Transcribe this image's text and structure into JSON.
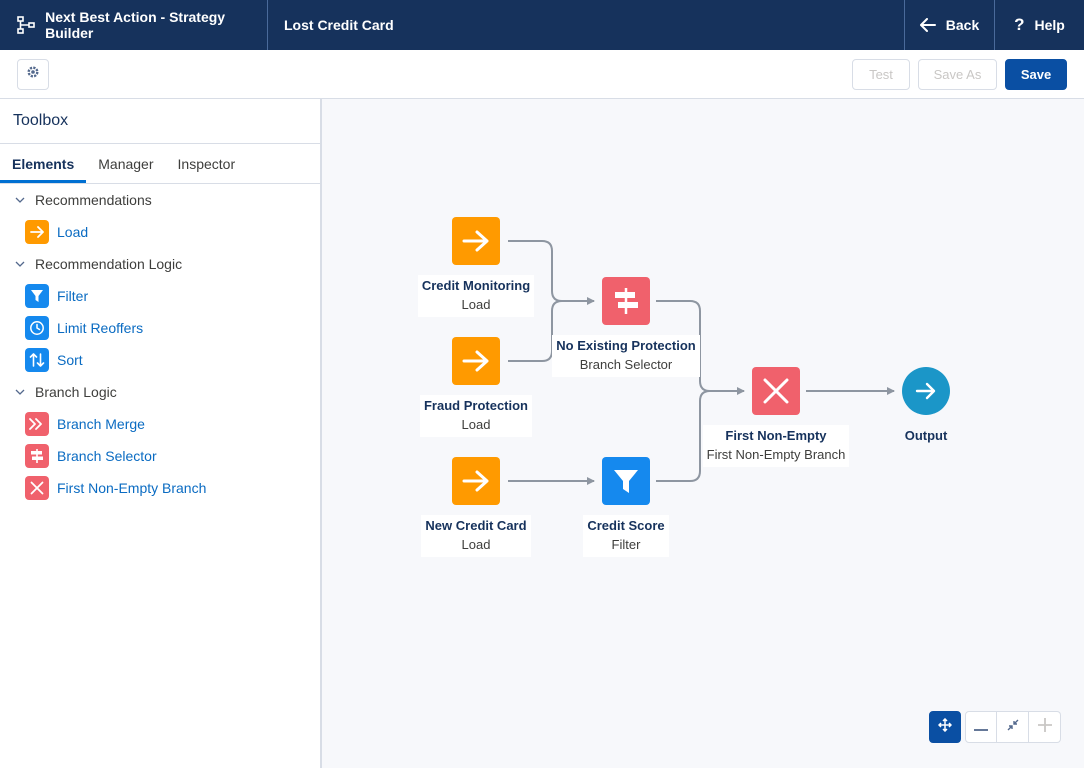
{
  "header": {
    "app_title": "Next Best Action - Strategy Builder",
    "doc_title": "Lost Credit Card",
    "back_label": "Back",
    "help_label": "Help"
  },
  "toolbar": {
    "test_label": "Test",
    "save_as_label": "Save As",
    "save_label": "Save"
  },
  "sidebar": {
    "title": "Toolbox",
    "tabs": [
      {
        "label": "Elements",
        "active": true
      },
      {
        "label": "Manager",
        "active": false
      },
      {
        "label": "Inspector",
        "active": false
      }
    ],
    "groups": [
      {
        "label": "Recommendations",
        "items": [
          {
            "label": "Load",
            "icon": "arrow-right-icon",
            "color": "#ff9a00"
          }
        ]
      },
      {
        "label": "Recommendation Logic",
        "items": [
          {
            "label": "Filter",
            "icon": "filter-icon",
            "color": "#1589ee"
          },
          {
            "label": "Limit Reoffers",
            "icon": "clock-icon",
            "color": "#1589ee"
          },
          {
            "label": "Sort",
            "icon": "sort-icon",
            "color": "#1589ee"
          }
        ]
      },
      {
        "label": "Branch Logic",
        "items": [
          {
            "label": "Branch Merge",
            "icon": "merge-icon",
            "color": "#f0616c"
          },
          {
            "label": "Branch Selector",
            "icon": "signpost-icon",
            "color": "#f0616c"
          },
          {
            "label": "First Non-Empty Branch",
            "icon": "x-icon",
            "color": "#f0616c"
          }
        ]
      }
    ]
  },
  "canvas": {
    "nodes": [
      {
        "name": "Credit Monitoring",
        "type": "Load",
        "icon": "arrow-right-icon",
        "color": "#ff9a00"
      },
      {
        "name": "Fraud Protection",
        "type": "Load",
        "icon": "arrow-right-icon",
        "color": "#ff9a00"
      },
      {
        "name": "New Credit Card",
        "type": "Load",
        "icon": "arrow-right-icon",
        "color": "#ff9a00"
      },
      {
        "name": "No Existing Protection",
        "type": "Branch Selector",
        "icon": "signpost-icon",
        "color": "#f0616c"
      },
      {
        "name": "Credit Score",
        "type": "Filter",
        "icon": "filter-icon",
        "color": "#1589ee"
      },
      {
        "name": "First Non-Empty",
        "type": "First Non-Empty Branch",
        "icon": "x-icon",
        "color": "#f0616c"
      },
      {
        "name": "Output",
        "type": "",
        "icon": "arrow-right-icon",
        "color": "#1b96c8"
      }
    ]
  },
  "colors": {
    "header_bg": "#16325c",
    "primary": "#0a4fa3",
    "connector": "#8e96a1"
  }
}
